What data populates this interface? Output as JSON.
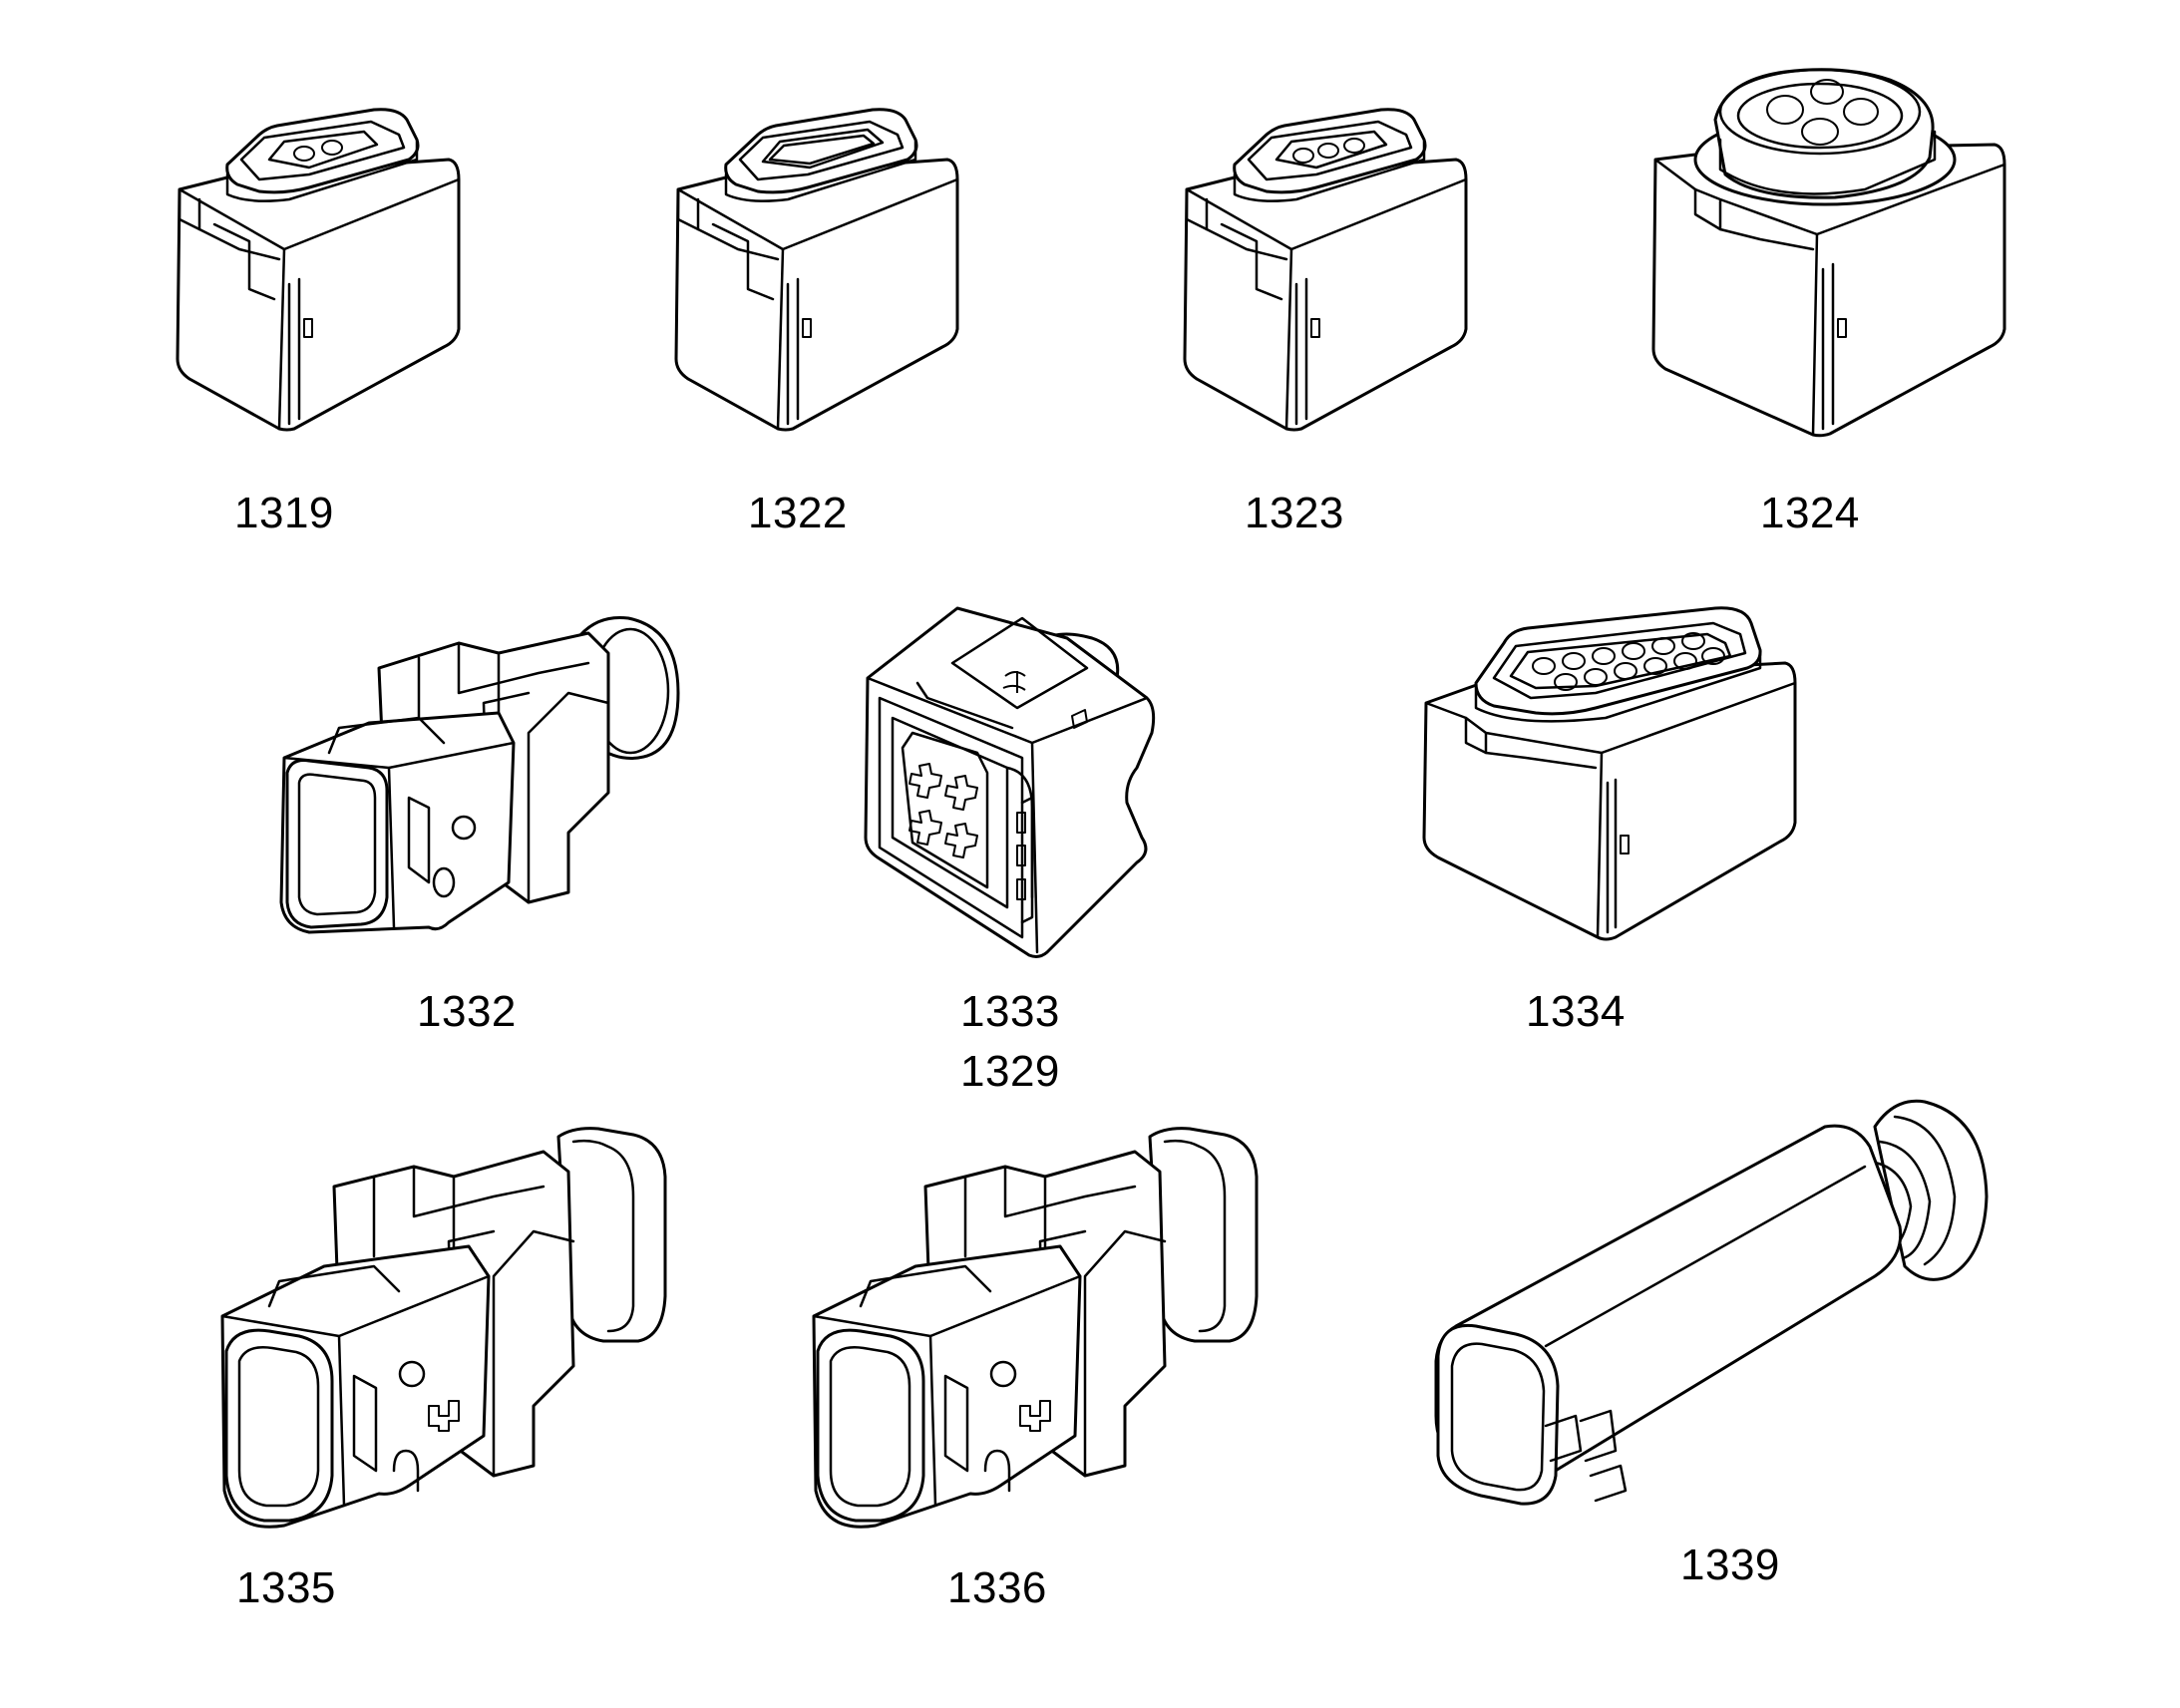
{
  "parts": [
    {
      "id": "1319",
      "icon": "connector-2pin-box-icon"
    },
    {
      "id": "1322",
      "icon": "connector-slot-box-icon"
    },
    {
      "id": "1323",
      "icon": "connector-3pin-box-icon"
    },
    {
      "id": "1324",
      "icon": "connector-4pin-round-box-icon"
    },
    {
      "id": "1332",
      "icon": "connector-inline-plug-icon"
    },
    {
      "id": "1333",
      "icon": "connector-4cavity-housing-icon"
    },
    {
      "id": "1329",
      "icon": "connector-4cavity-housing-icon"
    },
    {
      "id": "1334",
      "icon": "connector-12pin-box-icon"
    },
    {
      "id": "1335",
      "icon": "connector-oval-plug-icon"
    },
    {
      "id": "1336",
      "icon": "connector-oval-plug-icon"
    },
    {
      "id": "1339",
      "icon": "connector-cylindrical-plug-icon"
    }
  ]
}
